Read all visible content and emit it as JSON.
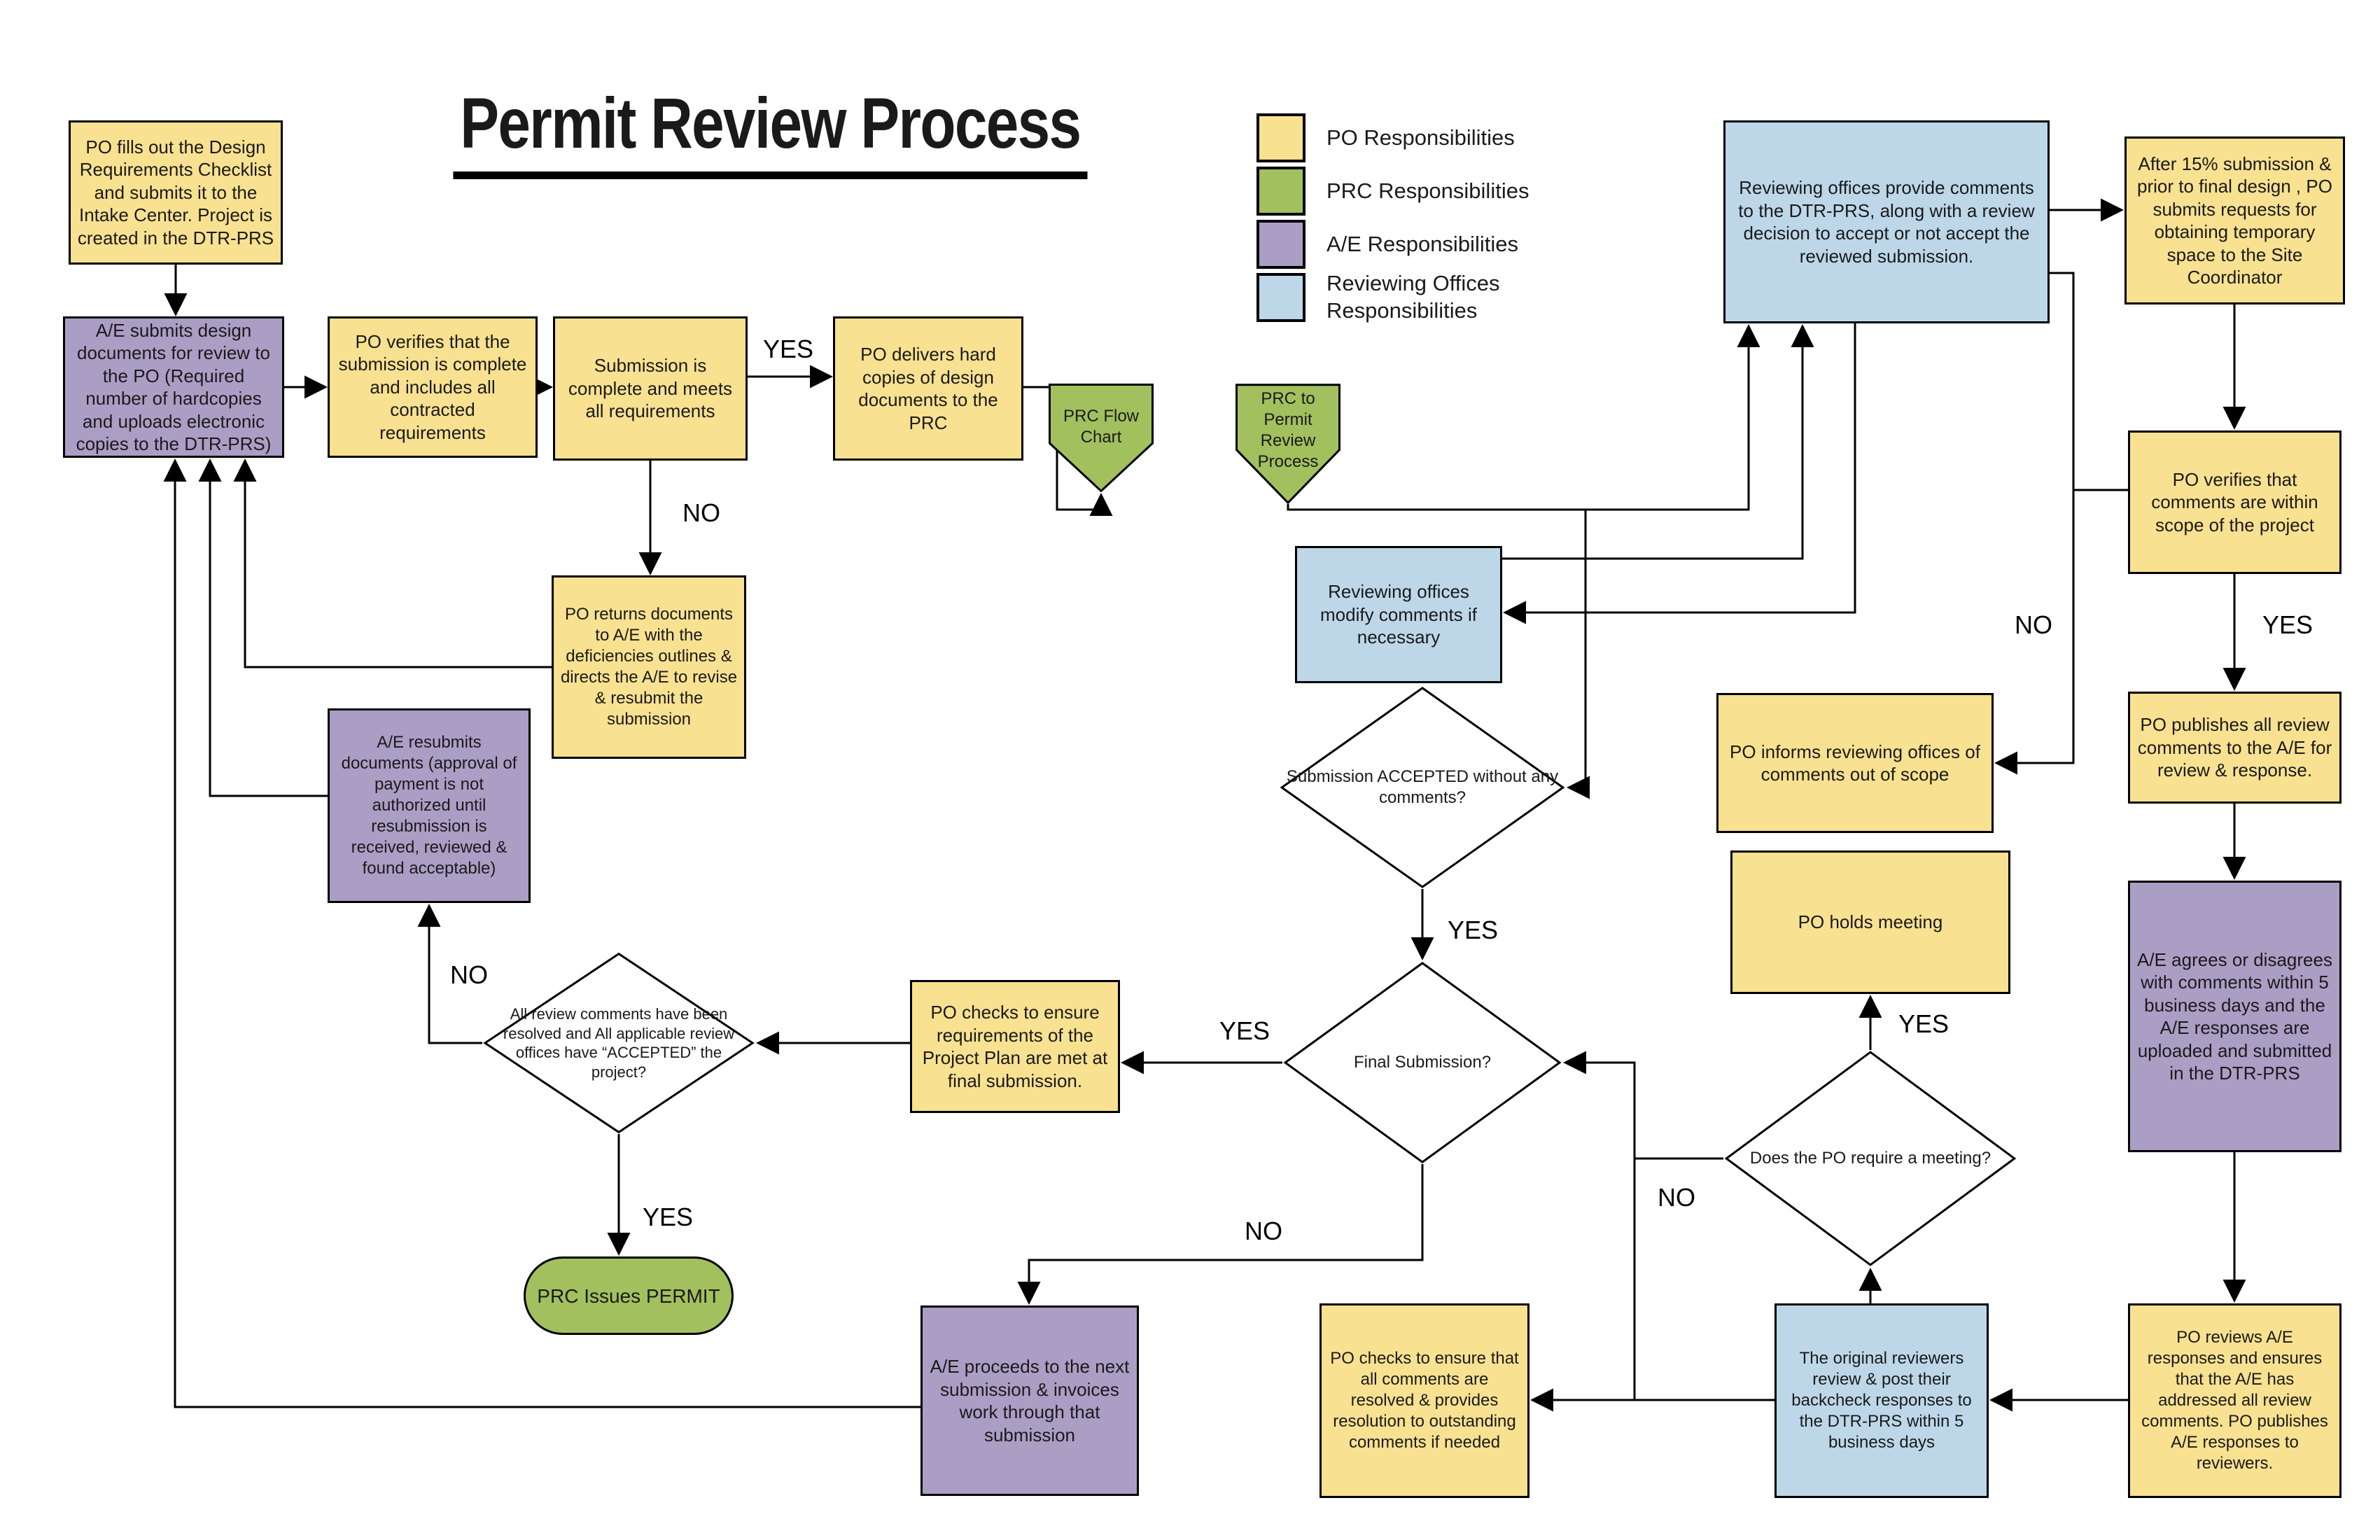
{
  "title": "Permit Review Process",
  "labels": {
    "yes": "YES",
    "no": "NO"
  },
  "colors": {
    "po": "#F8E190",
    "prc": "#A2C05E",
    "ae": "#AB9EC5",
    "reviewing_offices": "#BDD7E9",
    "line": "#000000"
  },
  "legend": {
    "items": [
      {
        "label": "PO Responsibilities",
        "color": "#F8E190"
      },
      {
        "label": "PRC Responsibilities",
        "color": "#A2C05E"
      },
      {
        "label": "A/E Responsibilities",
        "color": "#AB9EC5"
      },
      {
        "label": "Reviewing Offices Responsibilities",
        "color": "#BDD7E9"
      }
    ]
  },
  "nodes": {
    "po_fills": "PO fills out the Design Requirements Checklist and submits it to the Intake Center. Project is created in the DTR-PRS",
    "ae_submits": "A/E submits design documents for review to the PO (Required number of hardcopies and uploads electronic copies to the DTR-PRS)",
    "po_verifies_sub": "PO verifies that the submission is complete and includes all contracted requirements",
    "submission_complete": "Submission is complete and meets all requirements",
    "po_delivers": "PO delivers hard copies of design documents to the PRC",
    "prc_flow_chart": "PRC Flow Chart",
    "prc_to_permit": "PRC to Permit Review Process",
    "po_returns": "PO returns documents to A/E with the deficiencies outlines & directs the A/E to revise  & resubmit the submission",
    "ae_resubmits": "A/E resubmits documents (approval of payment is not authorized until resubmission is received, reviewed & found acceptable)",
    "all_review_diamond": "All review comments have been resolved and All applicable review offices have “ACCEPTED” the project?",
    "po_checks_req": "PO checks to ensure requirements of the Project Plan are met at final submission.",
    "prc_issues_permit": "PRC Issues PERMIT",
    "ae_proceeds": "A/E proceeds to the next submission & invoices work through that submission",
    "provide_comments": "Reviewing offices provide comments to the DTR-PRS, along with a review decision to accept or not accept the reviewed submission.",
    "modify_comments": "Reviewing offices modify comments if necessary",
    "submission_accepted": "Submission ACCEPTED without any comments?",
    "final_submission": "Final Submission?",
    "po_informs": "PO informs reviewing offices of comments out of scope",
    "po_holds_meeting": "PO holds meeting",
    "meeting_diamond": "Does the PO require a meeting?",
    "po_checks_all": "PO checks to ensure that all comments are resolved & provides resolution to outstanding comments if needed",
    "original_reviewers": "The original reviewers review & post their backcheck responses to the DTR-PRS within 5 business days",
    "after_15": "After 15% submission & prior to final design , PO submits requests for obtaining temporary space to the Site Coordinator",
    "po_verifies_scope": "PO verifies that comments are within scope of the project",
    "po_publishes": "PO publishes all review comments to the A/E for review & response.",
    "ae_agrees": "A/E agrees or disagrees with comments within 5 business days and the A/E responses are uploaded and submitted in the DTR-PRS",
    "po_reviews": "PO reviews A/E responses and ensures that the A/E has addressed all review comments. PO publishes A/E responses to reviewers."
  }
}
